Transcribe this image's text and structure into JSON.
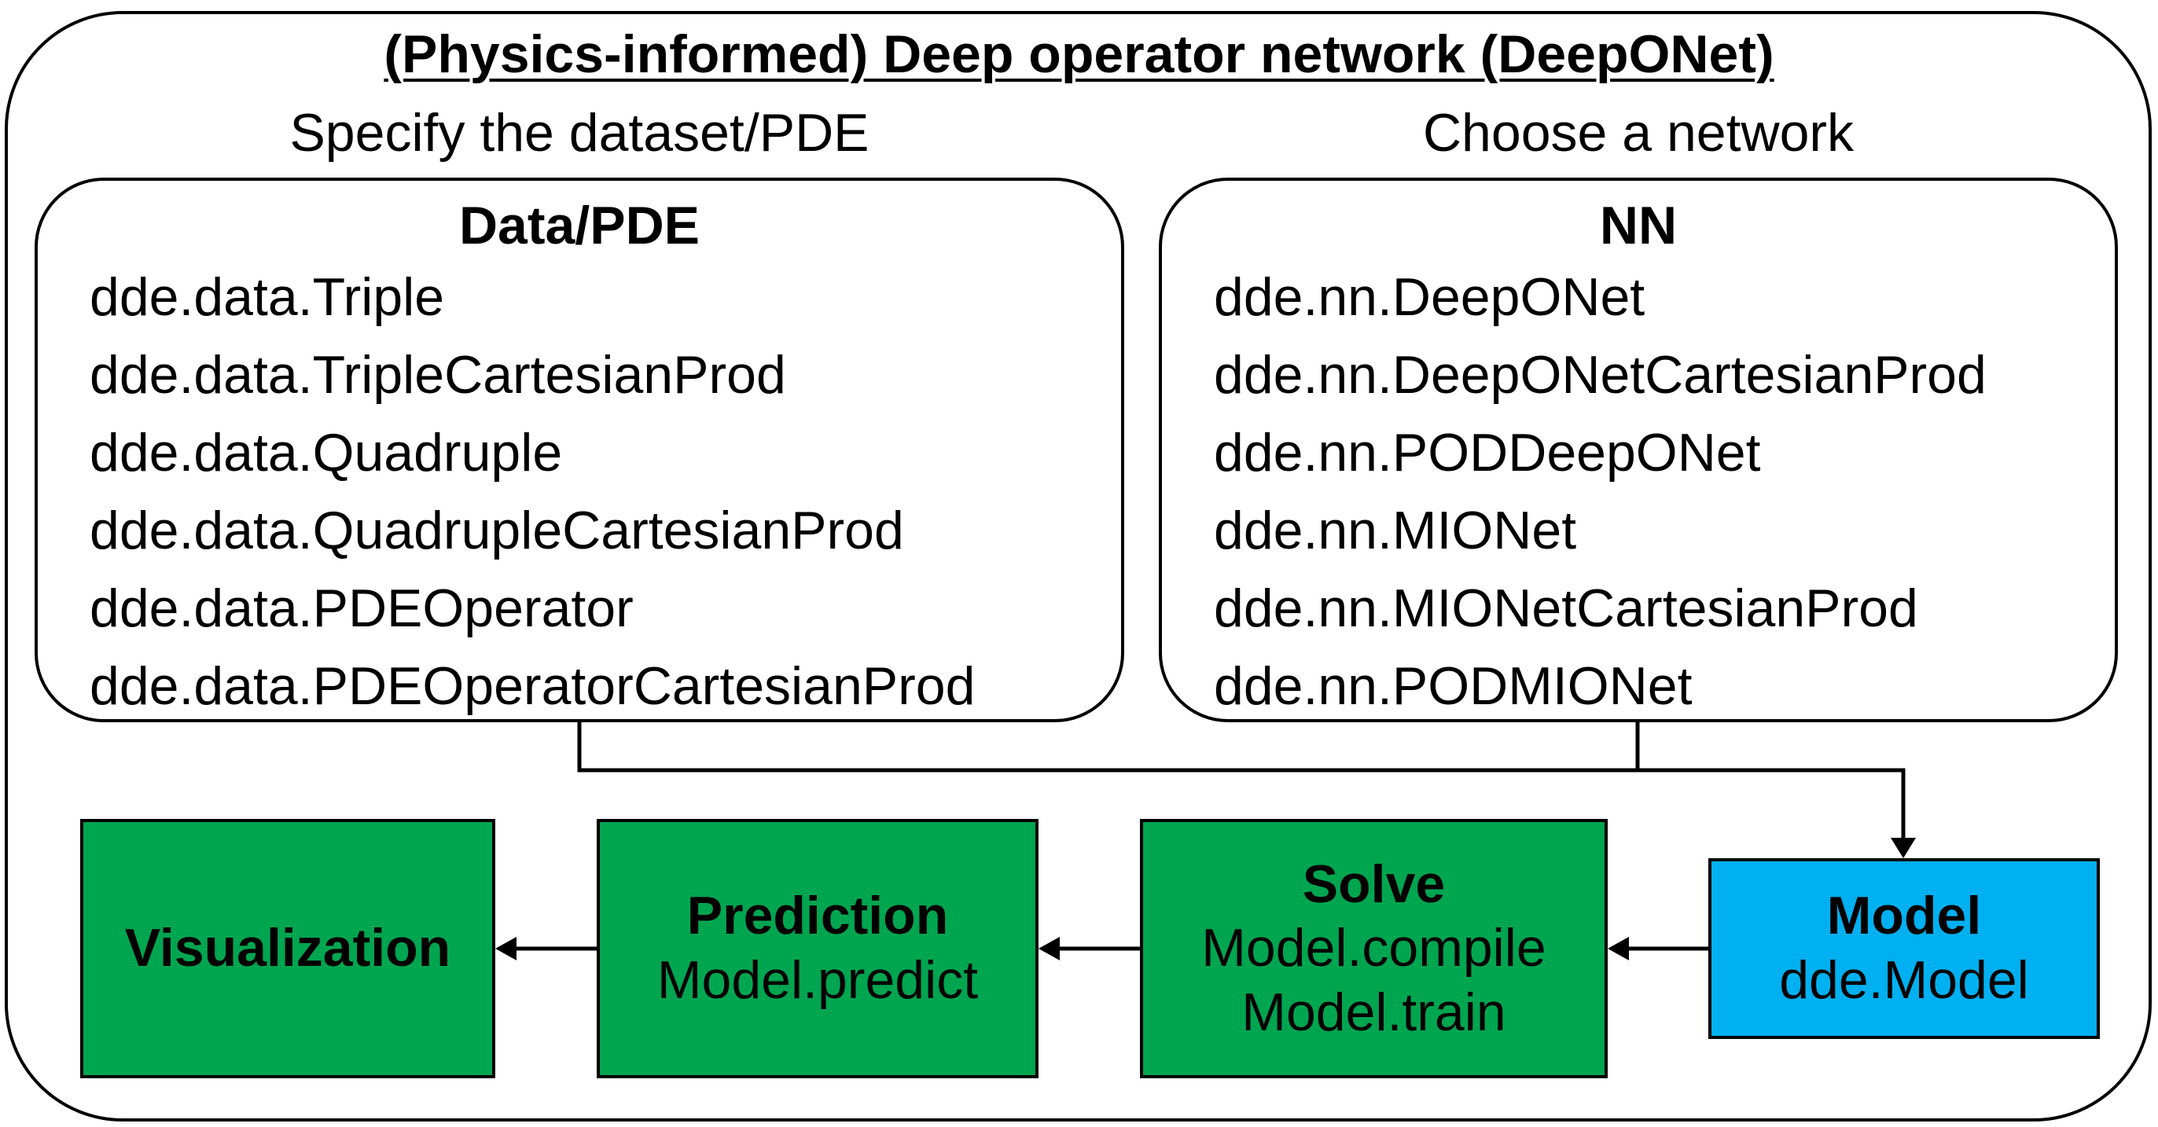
{
  "title": "(Physics-informed) Deep operator network (DeepONet)",
  "captions": {
    "left": "Specify the dataset/PDE",
    "right": "Choose a network"
  },
  "data_panel": {
    "title": "Data/PDE",
    "items": [
      "dde.data.Triple",
      "dde.data.TripleCartesianProd",
      "dde.data.Quadruple",
      "dde.data.QuadrupleCartesianProd",
      "dde.data.PDEOperator",
      "dde.data.PDEOperatorCartesianProd"
    ]
  },
  "nn_panel": {
    "title": "NN",
    "items": [
      "dde.nn.DeepONet",
      "dde.nn.DeepONetCartesianProd",
      "dde.nn.PODDeepONet",
      "dde.nn.MIONet",
      "dde.nn.MIONetCartesianProd",
      "dde.nn.PODMIONet"
    ]
  },
  "model_box": {
    "title": "Model",
    "line1": "dde.Model",
    "color": "#00b0f0"
  },
  "solve_box": {
    "title": "Solve",
    "line1": "Model.compile",
    "line2": "Model.train",
    "color": "#00a550"
  },
  "prediction_box": {
    "title": "Prediction",
    "line1": "Model.predict",
    "color": "#00a550"
  },
  "visualization_box": {
    "title": "Visualization",
    "color": "#00a550"
  }
}
